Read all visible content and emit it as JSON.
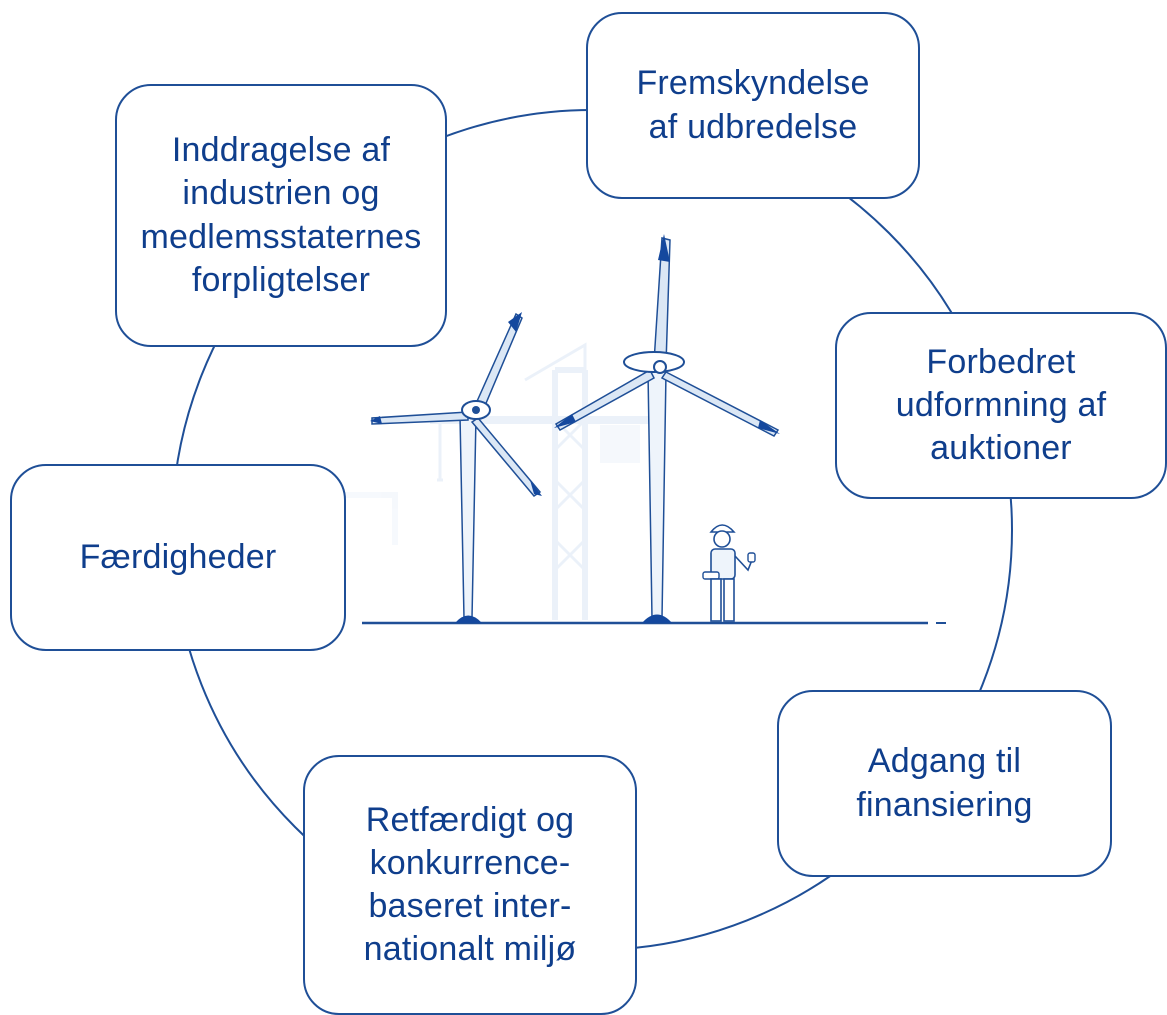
{
  "nodes": [
    {
      "id": "fremskyndelse",
      "label": "Fremskyndelse\naf udbredelse"
    },
    {
      "id": "inddragelse",
      "label": "Inddragelse af\nindustrien og\nmedlemsstaternes\nforpligtelser"
    },
    {
      "id": "forbedret",
      "label": "Forbedret\nudformning af\nauktioner"
    },
    {
      "id": "faerdigheder",
      "label": "Færdigheder"
    },
    {
      "id": "adgang",
      "label": "Adgang til\nfinansiering"
    },
    {
      "id": "retfaerdigt",
      "label": "Retfærdigt og\nkonkurrence-\nbaseret inter-\nnationalt miljø"
    }
  ],
  "colors": {
    "primary": "#1f4f97",
    "text": "#0f3e8c",
    "blade_tip": "#14489e",
    "light_blue": "#dbe7f5",
    "pale_blue": "#eef4fb"
  },
  "illustration": {
    "icons": [
      "wind-turbine-icon",
      "wind-turbine-icon",
      "construction-crane-icon",
      "worker-icon"
    ]
  }
}
